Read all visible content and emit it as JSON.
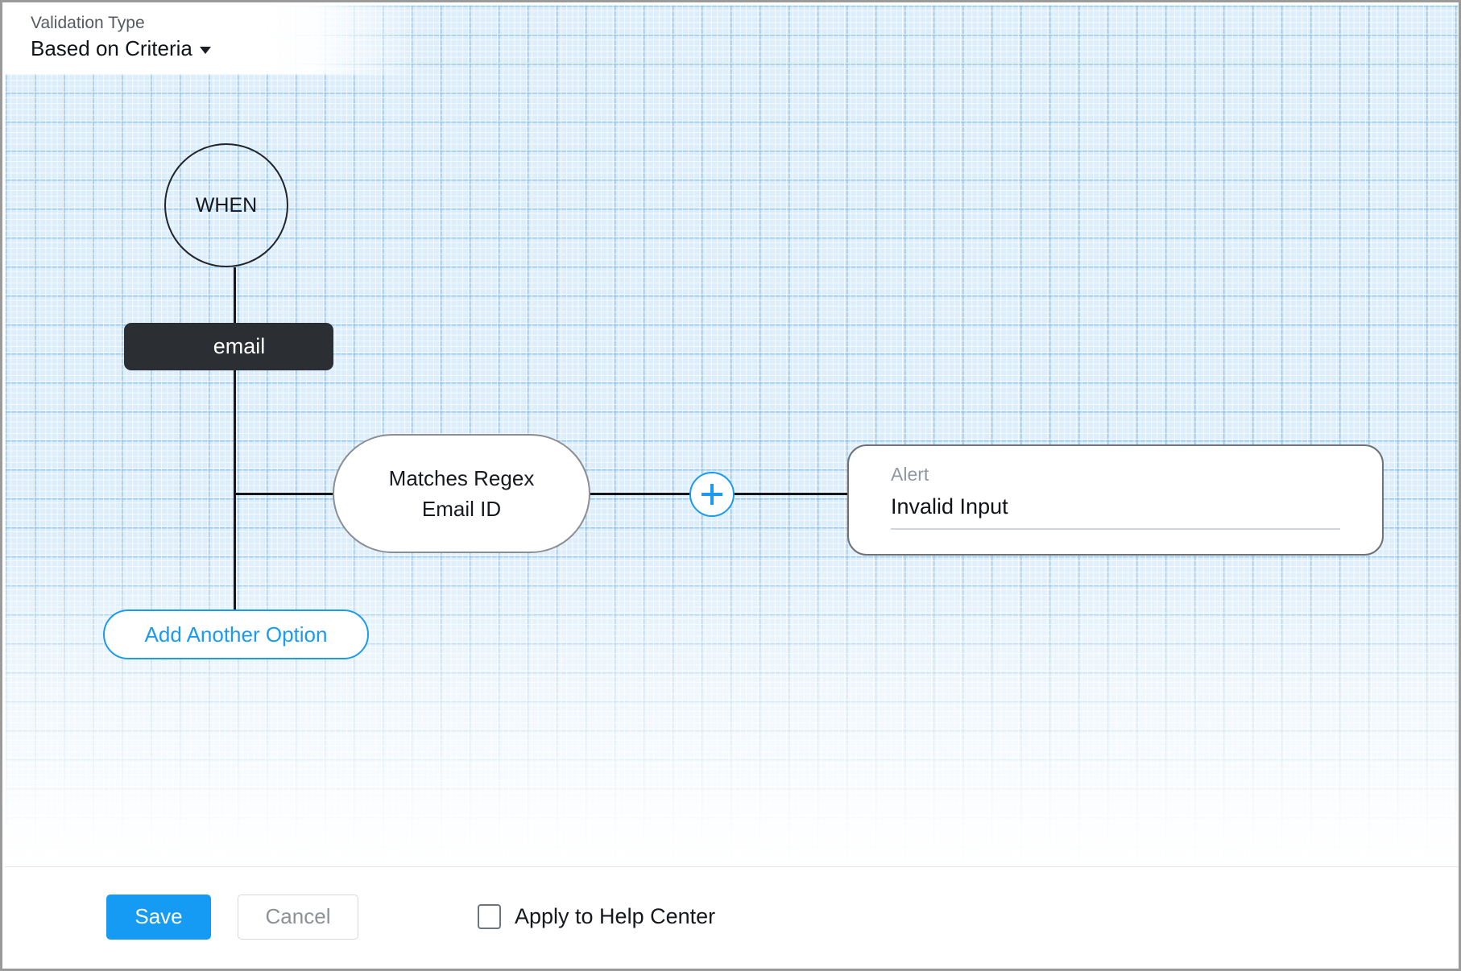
{
  "header": {
    "label": "Validation Type",
    "value": "Based on Criteria",
    "caret_icon": "chevron-down-icon"
  },
  "flow": {
    "when_node": "WHEN",
    "field_node": "email",
    "condition": {
      "operator": "Matches Regex",
      "pattern": "Email ID"
    },
    "add_node_icon": "plus-icon",
    "alert": {
      "label": "Alert",
      "value": "Invalid Input"
    },
    "add_option_label": "Add Another Option"
  },
  "footer": {
    "save_label": "Save",
    "cancel_label": "Cancel",
    "apply_help_center_label": "Apply to Help Center",
    "apply_help_center_checked": false
  },
  "colors": {
    "accent_blue": "#169bf5",
    "canvas_grid": "#dcedfb",
    "node_dark": "#2b2e33"
  }
}
